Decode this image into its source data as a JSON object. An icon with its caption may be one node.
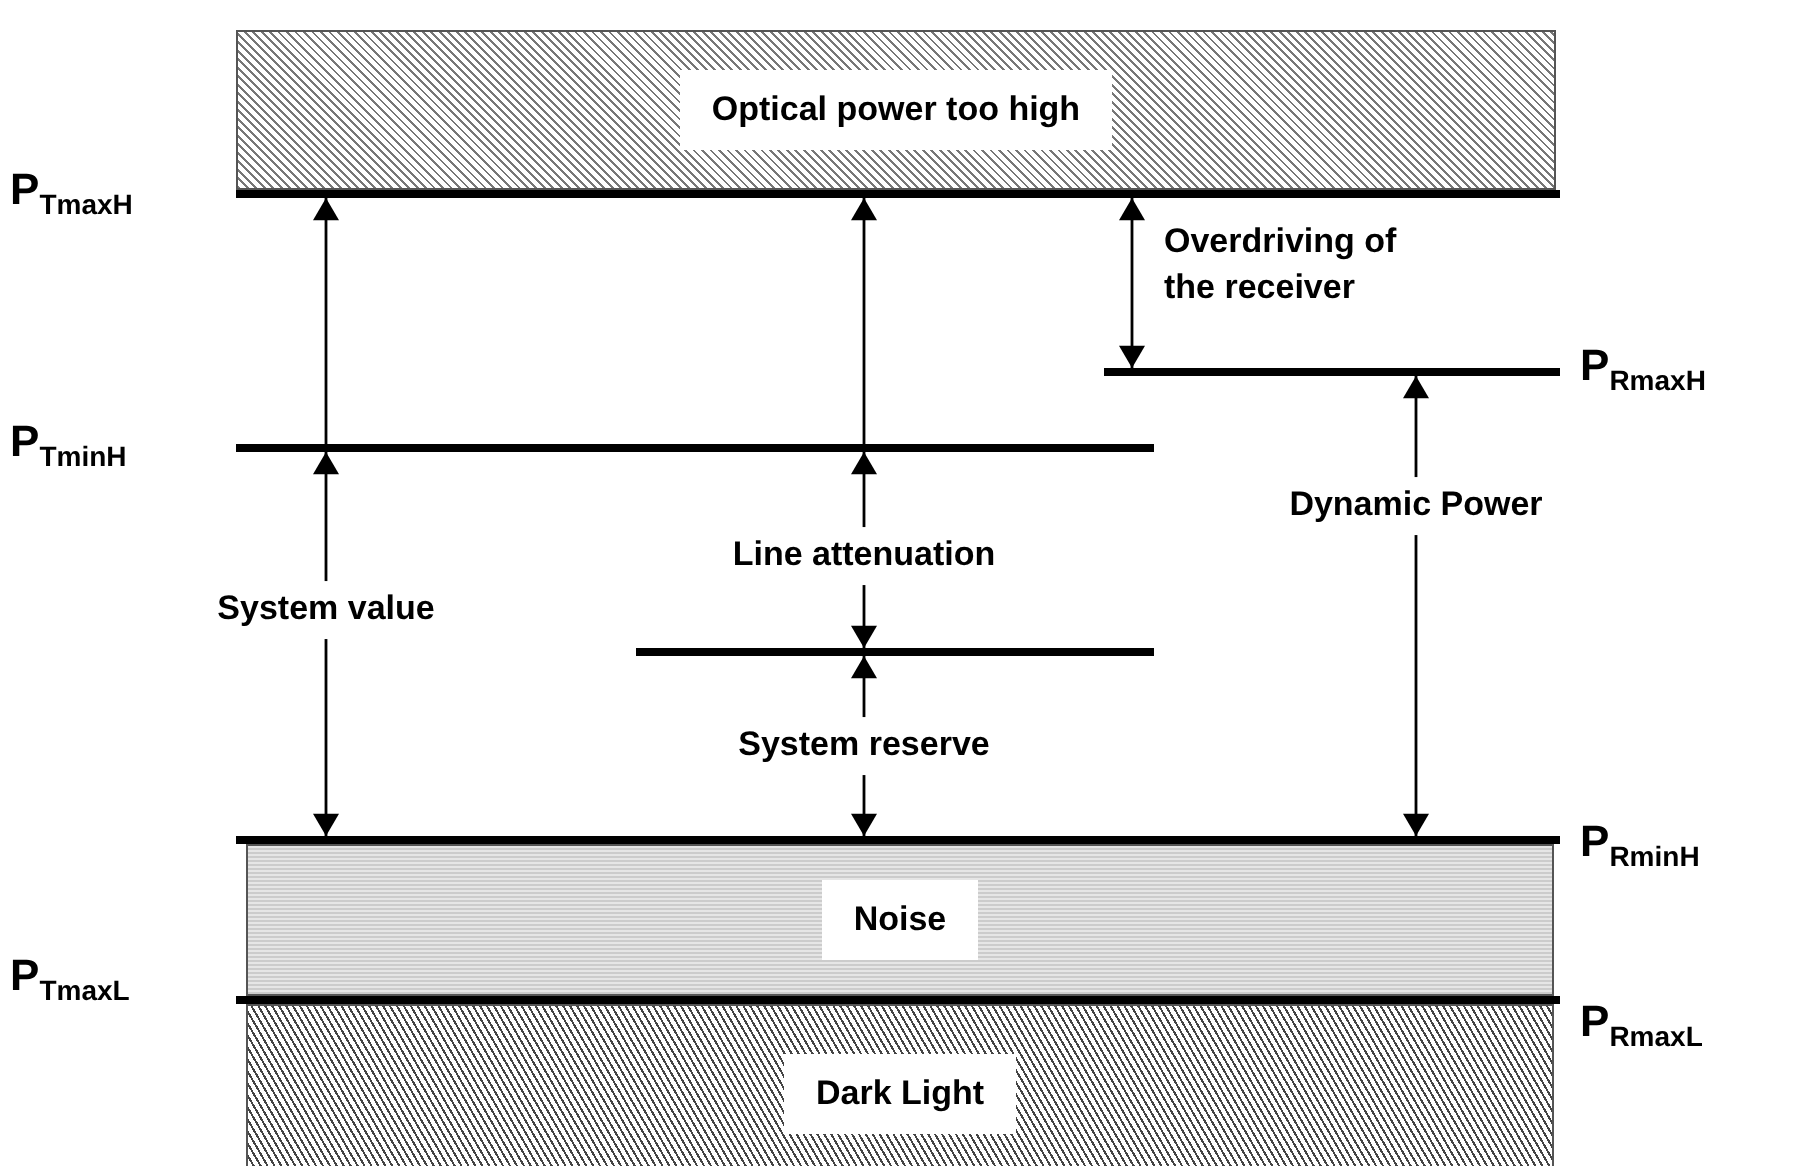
{
  "diagram": {
    "nodes": [
      {
        "text": [
          "Optical power too high"
        ]
      },
      {
        "text": [],
        "shape": "bar",
        "beside": [
          "P$_{TmaxH}$"
        ]
      },
      {
        "text": [],
        "shape": "bar",
        "beside": [
          "P$_{TminH}$"
        ]
      },
      {
        "text": [],
        "shape": "bar",
        "beside": [
          "P$_{RmaxH}$"
        ]
      },
      {
        "text": [],
        "shape": "bar"
      },
      {
        "text": [],
        "shape": "bar",
        "beside": [
          "P$_{RminH}$"
        ]
      },
      {
        "text": [
          "Noise"
        ]
      },
      {
        "text": [],
        "shape": "bar",
        "beside": [
          "P$_{TmaxL}$",
          "P$_{RmaxL}$"
        ]
      },
      {
        "text": [
          "Dark Light"
        ]
      }
    ],
    "edges": [
      {
        "from": 2,
        "to": 1,
        "arrow": "to"
      },
      {
        "from": 2,
        "to": 5,
        "arrow": "both",
        "label": "System value"
      },
      {
        "from": 2,
        "to": 1,
        "arrow": "to"
      },
      {
        "from": 2,
        "to": 4,
        "arrow": "both",
        "label": "Line attenuation"
      },
      {
        "from": 4,
        "to": 5,
        "arrow": "both",
        "label": "System reserve"
      },
      {
        "from": 1,
        "to": 3,
        "arrow": "both",
        "label": "Overdriving of the receiver"
      },
      {
        "from": 3,
        "to": 5,
        "arrow": "both",
        "label": "Dynamic Power"
      }
    ]
  }
}
